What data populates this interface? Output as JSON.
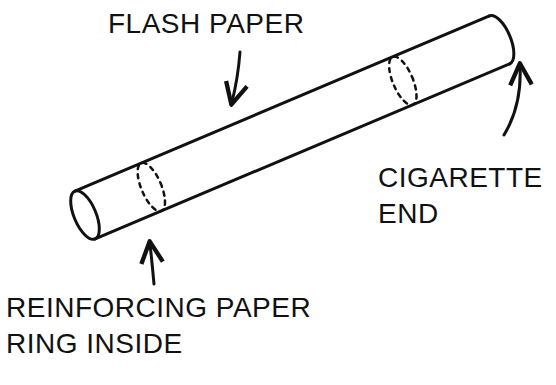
{
  "diagram": {
    "labels": [
      "FLASH PAPER",
      "CIGARETTE END",
      "REINFORCING PAPER RING INSIDE"
    ]
  }
}
